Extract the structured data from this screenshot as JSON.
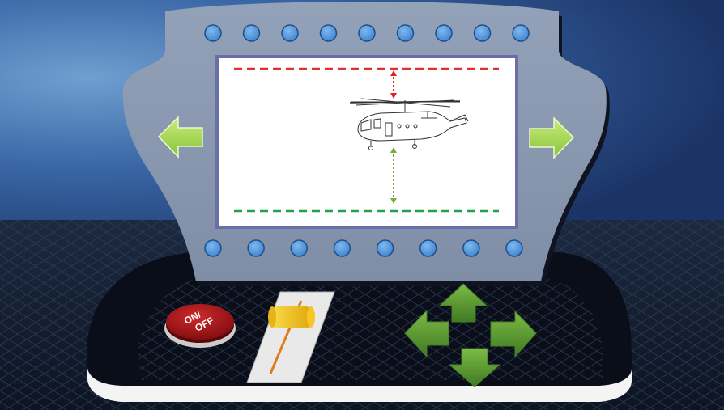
{
  "panel": {
    "power_button_label": "ON/ OFF",
    "power_button_line1": "ON/",
    "power_button_line2": "OFF"
  },
  "colors": {
    "sky_top": "#1f3e78",
    "sky_glow": "#5d8fc4",
    "floor": "#10182a",
    "console_body": "#8797ae",
    "console_shadow": "#0b0f1a",
    "screen_bg": "#ffffff",
    "screen_frame": "#7f7fb0",
    "led": "#4a90d9",
    "led_border": "#1d4f8a",
    "arrow_green": "#9acd4a",
    "dpad_green": "#5e9a2c",
    "upper_limit_line": "#e03030",
    "lower_limit_line": "#22a04a",
    "upper_gap_arrow": "#e02020",
    "lower_gap_arrow": "#77aa44",
    "slider_knob": "#f3c116",
    "slider_track": "#e8e8e8",
    "slider_line": "#e07a1a",
    "power_button": "#a8141a"
  },
  "icons": {
    "screen_left": "arrow-left-icon",
    "screen_right": "arrow-right-icon",
    "helicopter": "helicopter-icon",
    "dpad_up": "arrow-up-icon",
    "dpad_down": "arrow-down-icon",
    "dpad_left": "arrow-left-icon",
    "dpad_right": "arrow-right-icon"
  },
  "leds": {
    "top_count": 9,
    "bottom_count": 8
  }
}
